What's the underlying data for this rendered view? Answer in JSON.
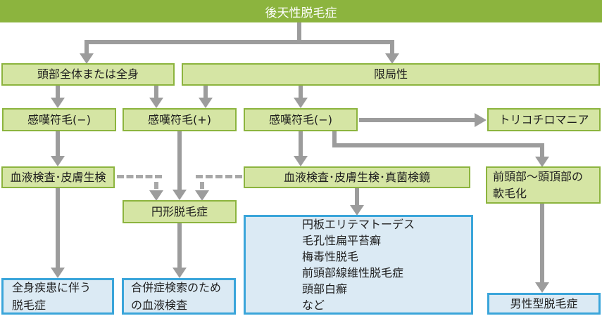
{
  "title": "後天性脱毛症",
  "colors": {
    "banner_green": "#8cb43e",
    "box_green_fill": "#d5e5a4",
    "box_green_border": "#8cb43e",
    "box_blue_fill": "#dbeaf4",
    "box_blue_border": "#3aa5da",
    "arrow_gray": "#9c9c9c",
    "dotted_gray": "#a8a8a8",
    "text_dark": "#1f1f1f"
  },
  "nodes": {
    "root": {
      "label": "後天性脱毛症"
    },
    "whole_head_or_body": {
      "label": "頭部全体または全身"
    },
    "localized": {
      "label": "限局性"
    },
    "exclamation_hair_negative_left": {
      "label": "感嘆符毛(−)"
    },
    "exclamation_hair_positive": {
      "label": "感嘆符毛(+)"
    },
    "exclamation_hair_negative_right": {
      "label": "感嘆符毛(−)"
    },
    "trichotillomania": {
      "label": "トリコチロマニア"
    },
    "blood_test_skin_biopsy": {
      "label": "血液検査･皮膚生検"
    },
    "blood_test_skin_biopsy_fungal": {
      "label": "血液検査･皮膚生検･真菌検鏡"
    },
    "frontal_to_vertex_miniaturization": {
      "lines": [
        "前頭部〜頭頂部の",
        "軟毛化"
      ]
    },
    "alopecia_areata": {
      "label": "円形脱毛症"
    },
    "systemic_disease_alopecia": {
      "lines": [
        "全身疾患に伴う",
        "脱毛症"
      ]
    },
    "complication_blood_test": {
      "lines": [
        "合併症検索のため",
        "の血液検査"
      ]
    },
    "differential_list": {
      "items": [
        "円板エリテマトーデス",
        "毛孔性扁平苔癬",
        "梅毒性脱毛",
        "前頭部線維性脱毛症",
        "頭部白癬",
        "など"
      ]
    },
    "male_pattern_alopecia": {
      "label": "男性型脱毛症"
    }
  }
}
